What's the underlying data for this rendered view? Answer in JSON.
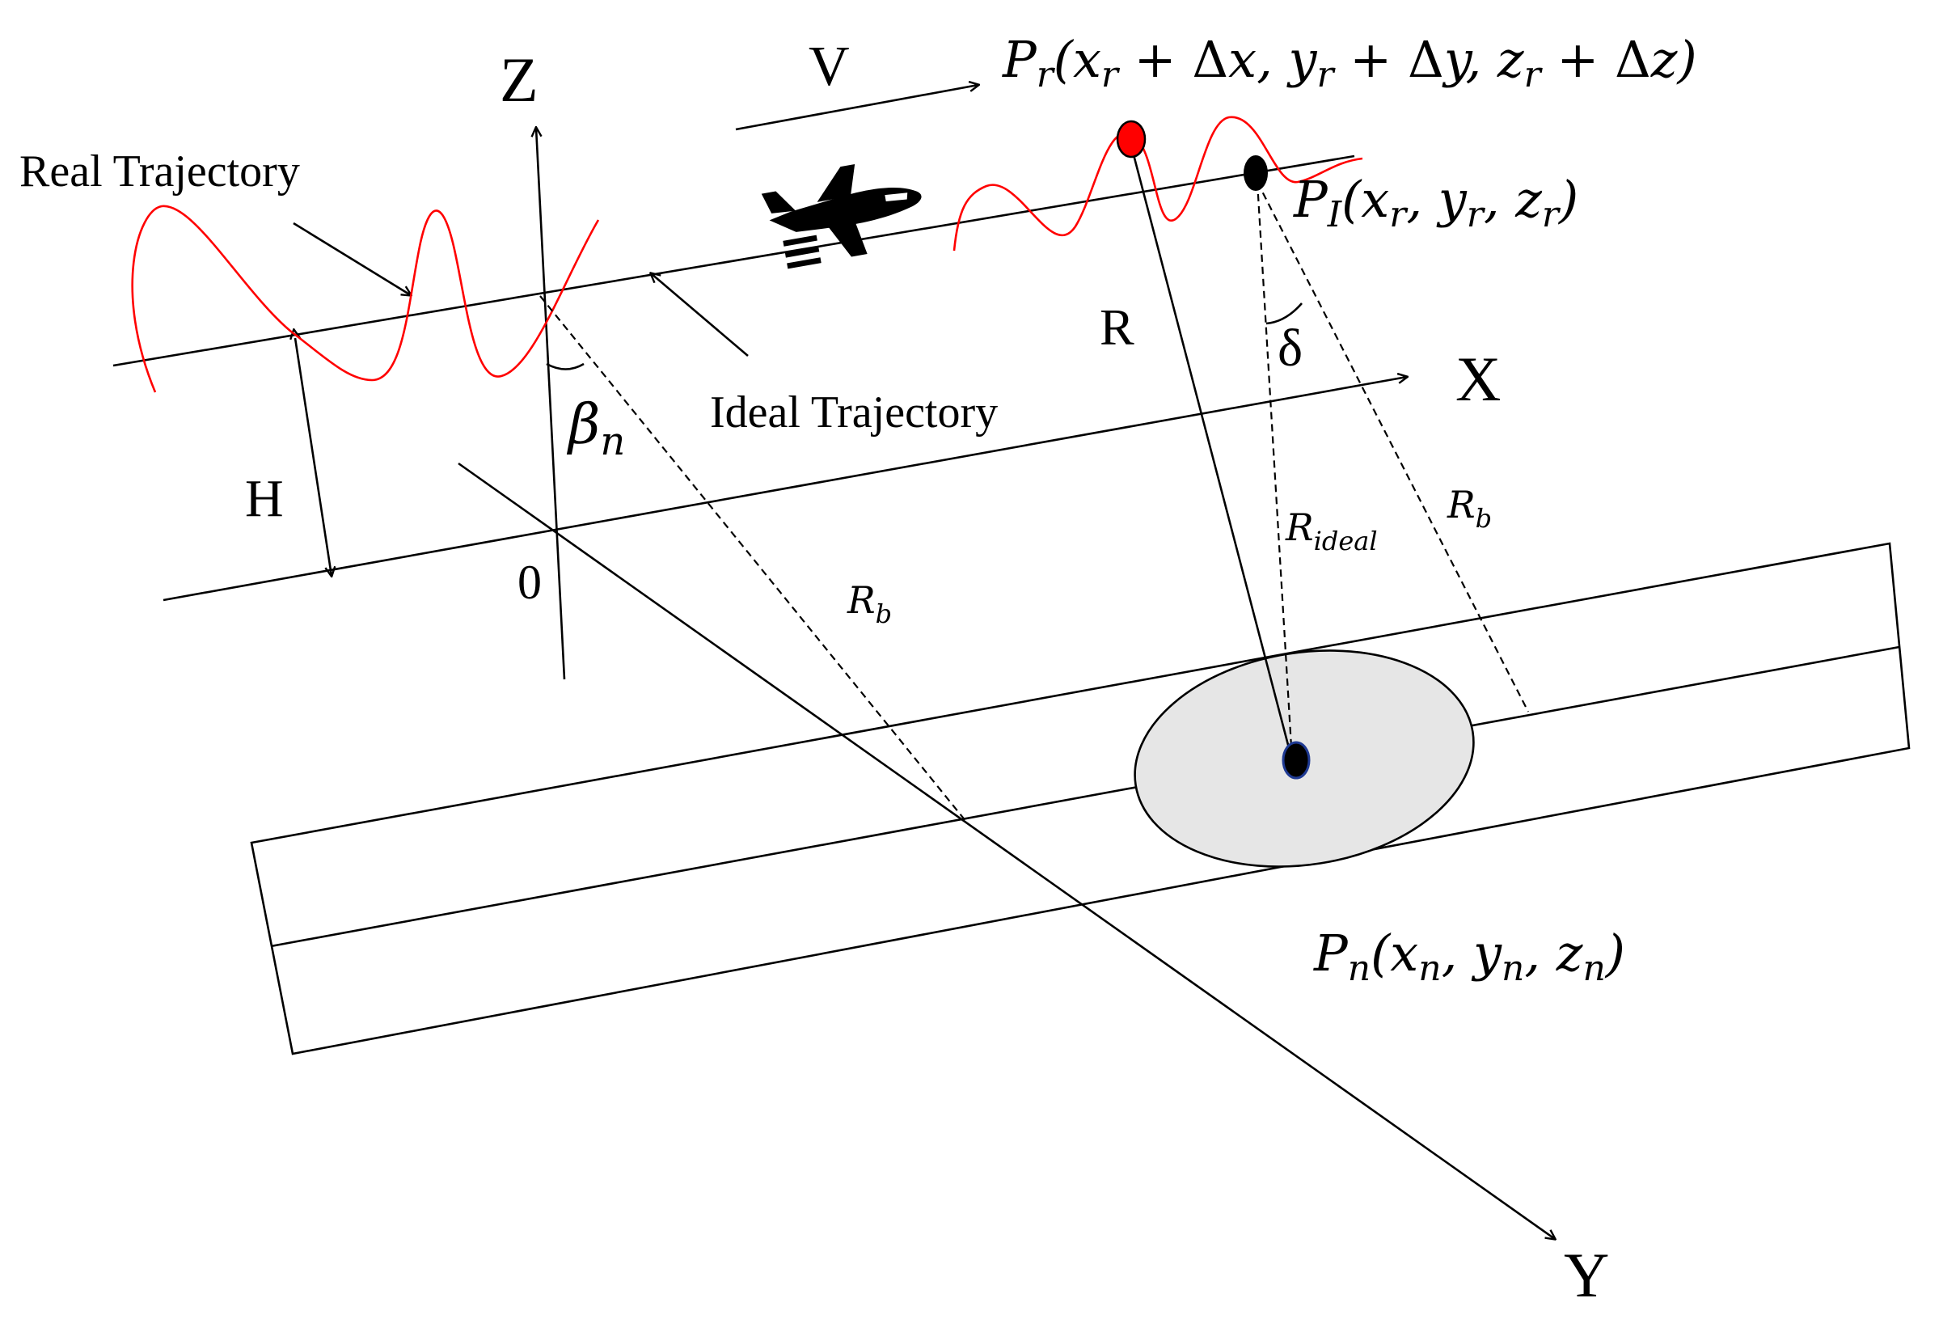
{
  "labels": {
    "axis_x": "X",
    "axis_y": "Y",
    "axis_z": "Z",
    "origin": "0",
    "velocity": "V",
    "height": "H",
    "real_trajectory": "Real Trajectory",
    "ideal_trajectory": "Ideal Trajectory",
    "range_r": "R",
    "delta": "δ"
  },
  "math": {
    "p_r": {
      "base": "P",
      "sub": "r",
      "args": "(x",
      "rest": "r + Δx, y",
      "rest2": "r + Δy, z",
      "rest3": "r + Δz)"
    },
    "p_i": {
      "base": "P",
      "sub": "I"
    },
    "p_n": {
      "base": "P",
      "sub": "n"
    },
    "beta": {
      "base": "β",
      "sub": "n"
    },
    "r_ideal": {
      "base": "R",
      "sub": "ideal"
    },
    "r_b": {
      "base": "R",
      "sub": "b"
    }
  },
  "colors": {
    "line": "#000000",
    "real_trajectory": "#ff0000",
    "footprint_fill": "#e6e6e6",
    "target_point_edge": "#1f3a93"
  },
  "icons": [
    "airplane-icon"
  ]
}
